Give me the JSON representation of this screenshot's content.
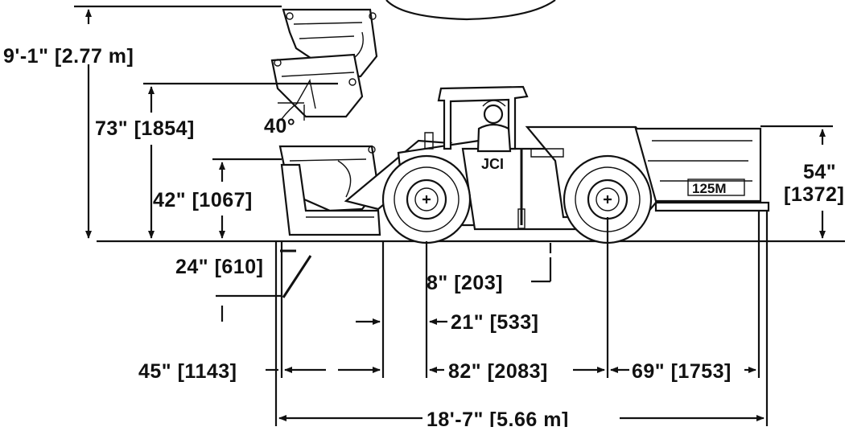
{
  "diagram": {
    "brand_label": "JCI",
    "model_label": "125M",
    "dimensions": {
      "max_dump_height": "9'-1\" [2.77 m]",
      "bucket_pin_height": "73\" [1854]",
      "dump_angle": "40°",
      "bucket_height": "42\" [1067]",
      "overall_height_top": "54\"",
      "overall_height_bottom": "[1372]",
      "dig_depth": "24\" [610]",
      "ground_clearance": "8\" [203]",
      "front_overhang": "21\" [533]",
      "bucket_reach": "45\" [1143]",
      "wheelbase": "82\" [2083]",
      "rear_overhang": "69\" [1753]",
      "overall_length": "18'-7\" [5.66 m]"
    }
  }
}
